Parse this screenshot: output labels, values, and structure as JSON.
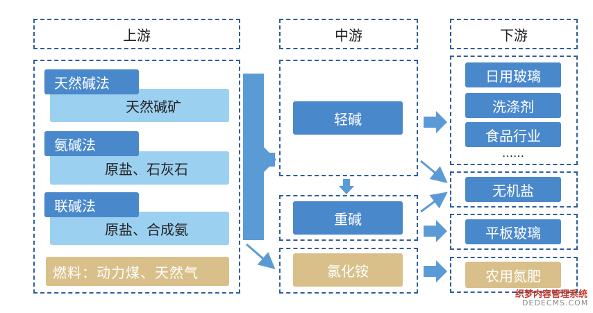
{
  "columns": {
    "upstream": "上游",
    "midstream": "中游",
    "downstream": "下游"
  },
  "upstream": {
    "methods": [
      {
        "label": "天然碱法",
        "material": "天然碱矿"
      },
      {
        "label": "氨碱法",
        "material": "原盐、石灰石"
      },
      {
        "label": "联碱法",
        "material": "原盐、合成氨"
      }
    ],
    "fuel": "燃料：动力煤、天然气"
  },
  "midstream": {
    "light_soda": "轻碱",
    "heavy_soda": "重碱",
    "ammonium_chloride": "氯化铵"
  },
  "downstream": {
    "light_uses": [
      "日用玻璃",
      "洗涤剂",
      "食品行业"
    ],
    "more": "……",
    "inorganic_salt": "无机盐",
    "flat_glass": "平板玻璃",
    "fertilizer": "农用氮肥"
  },
  "watermark": {
    "line1": "织梦内容管理系统",
    "line2": "DEDECMS.COM"
  },
  "colors": {
    "dashed_border": "#2f5d9c",
    "navy_box": "#4a88cc",
    "light_box": "#9cd0f1",
    "tan_box": "#d9c08a",
    "arrow": "#5b9bd5"
  }
}
